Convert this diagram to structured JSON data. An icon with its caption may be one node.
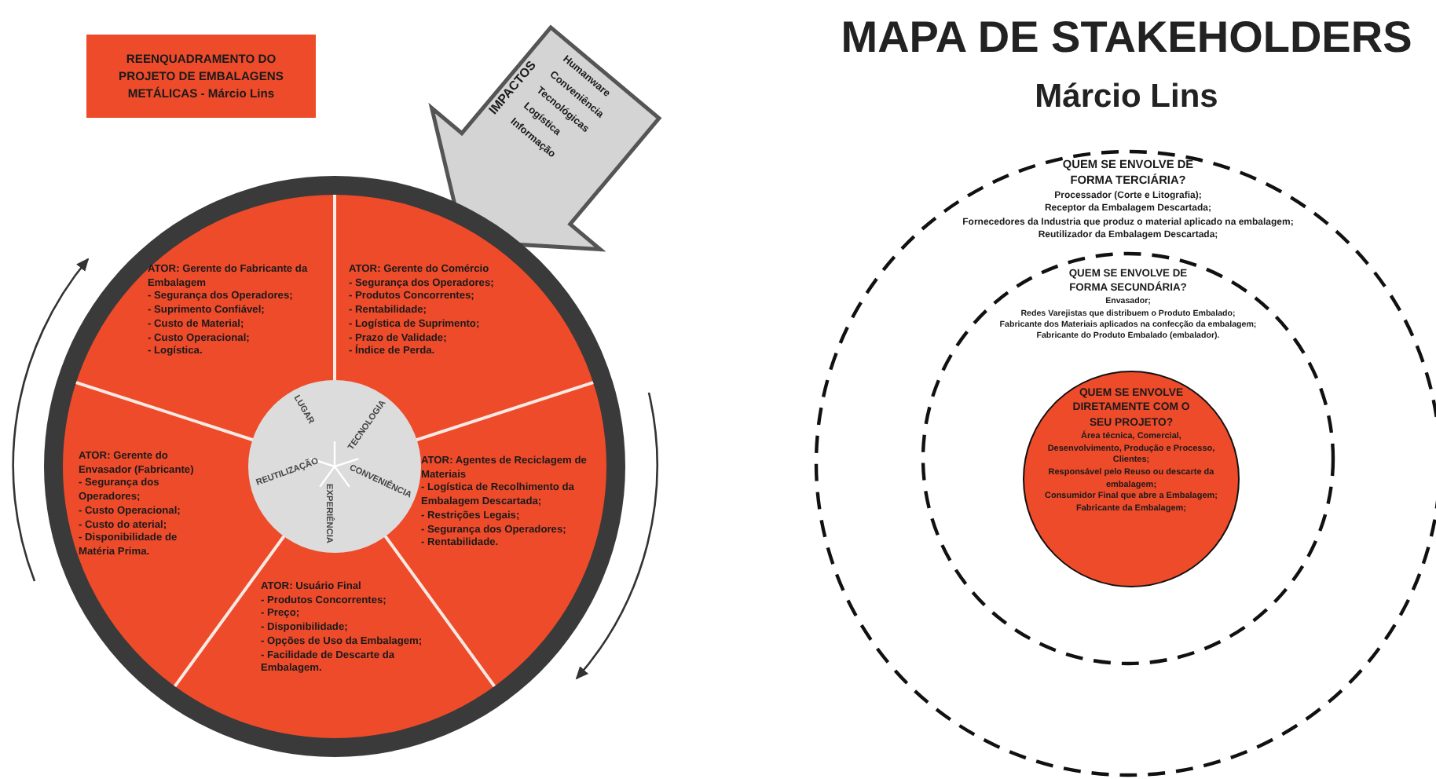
{
  "diagram": {
    "title": "MAPA DE STAKEHOLDERS",
    "nodes": [
      {
        "text": [
          "REENQUADRAMENTO DO PROJETO DE EMBALAGENS METÁLICAS - Márcio Lins"
        ]
      },
      {
        "text": [
          "IMPACTOS",
          "Humanware",
          "Conveniência",
          "Tecnológicas",
          "Logística",
          "Informação"
        ]
      },
      {
        "text": [],
        "shape": "circle"
      },
      {
        "text": [
          "ATOR: Gerente do Fabricante da Embalagem",
          "- Segurança dos Operadores;",
          "- Suprimento Confiável;",
          "- Custo de Material;",
          "- Custo Operacional;",
          "- Logística."
        ],
        "in": 2
      },
      {
        "text": [
          "ATOR: Gerente do Comércio",
          "- Segurança dos Operadores;",
          "- Produtos Concorrentes;",
          "- Rentabilidade;",
          "- Logística de Suprimento;",
          "- Prazo de Validade;",
          "- Índice de Perda."
        ],
        "in": 2
      },
      {
        "text": [
          "ATOR: Gerente do Envasador (Fabricante)",
          "- Segurança dos Operadores;",
          "- Custo Operacional;",
          "- Custo do aterial;",
          "- Disponibilidade de Matéria Prima."
        ],
        "in": 2
      },
      {
        "text": [
          "ATOR: Agentes de Reciclagem de Materiais",
          "- Logística de Recolhimento da Embalagem Descartada;",
          "- Restrições Legais;",
          "- Segurança dos Operadores;",
          "- Rentabilidade."
        ],
        "in": 2
      },
      {
        "text": [
          "ATOR: Usuário Final",
          "- Produtos Concorrentes;",
          "- Preço;",
          "- Disponibilidade;",
          "- Opções de Uso da Embalagem;",
          "- Facilidade de Descarte da Embalagem."
        ],
        "in": 2
      },
      {
        "text": [
          "LUGAR",
          "TECNOLOGIA",
          "CONVENIÊNCIA",
          "EXPERIÊNCIA",
          "REUTILIZAÇÃO"
        ],
        "in": 2
      },
      {
        "text": [
          "QUEM SE ENVOLVE DE FORMA TERCIÁRIA?",
          "Processador (Corte e Litografia);",
          "Receptor da Embalagem Descartada;",
          "Fornecedores da Industria que produz o material aplicado na embalagem;",
          "Reutilizador da Embalagem Descartada;"
        ]
      },
      {
        "text": [
          "QUEM SE ENVOLVE DE FORMA SECUNDÁRIA?",
          "Envasador;",
          "Redes Varejistas que distribuem o Produto Embalado;",
          "Fabricante dos Materiais aplicados na confecção da embalagem;",
          "Fabricante do Produto Embalado (embalador)."
        ],
        "in": 9
      },
      {
        "text": [
          "QUEM SE ENVOLVE DIRETAMENTE COM O SEU PROJETO?",
          "Área técnica, Comercial, Desenvolvimento, Produção e Processo, Clientes;",
          "Responsável pelo Reuso ou descarte da embalagem;",
          "Consumidor Final que abre a Embalagem;",
          "Fabricante da Embalagem;"
        ],
        "in": 10
      }
    ],
    "labels": [
      "Márcio Lins"
    ]
  }
}
